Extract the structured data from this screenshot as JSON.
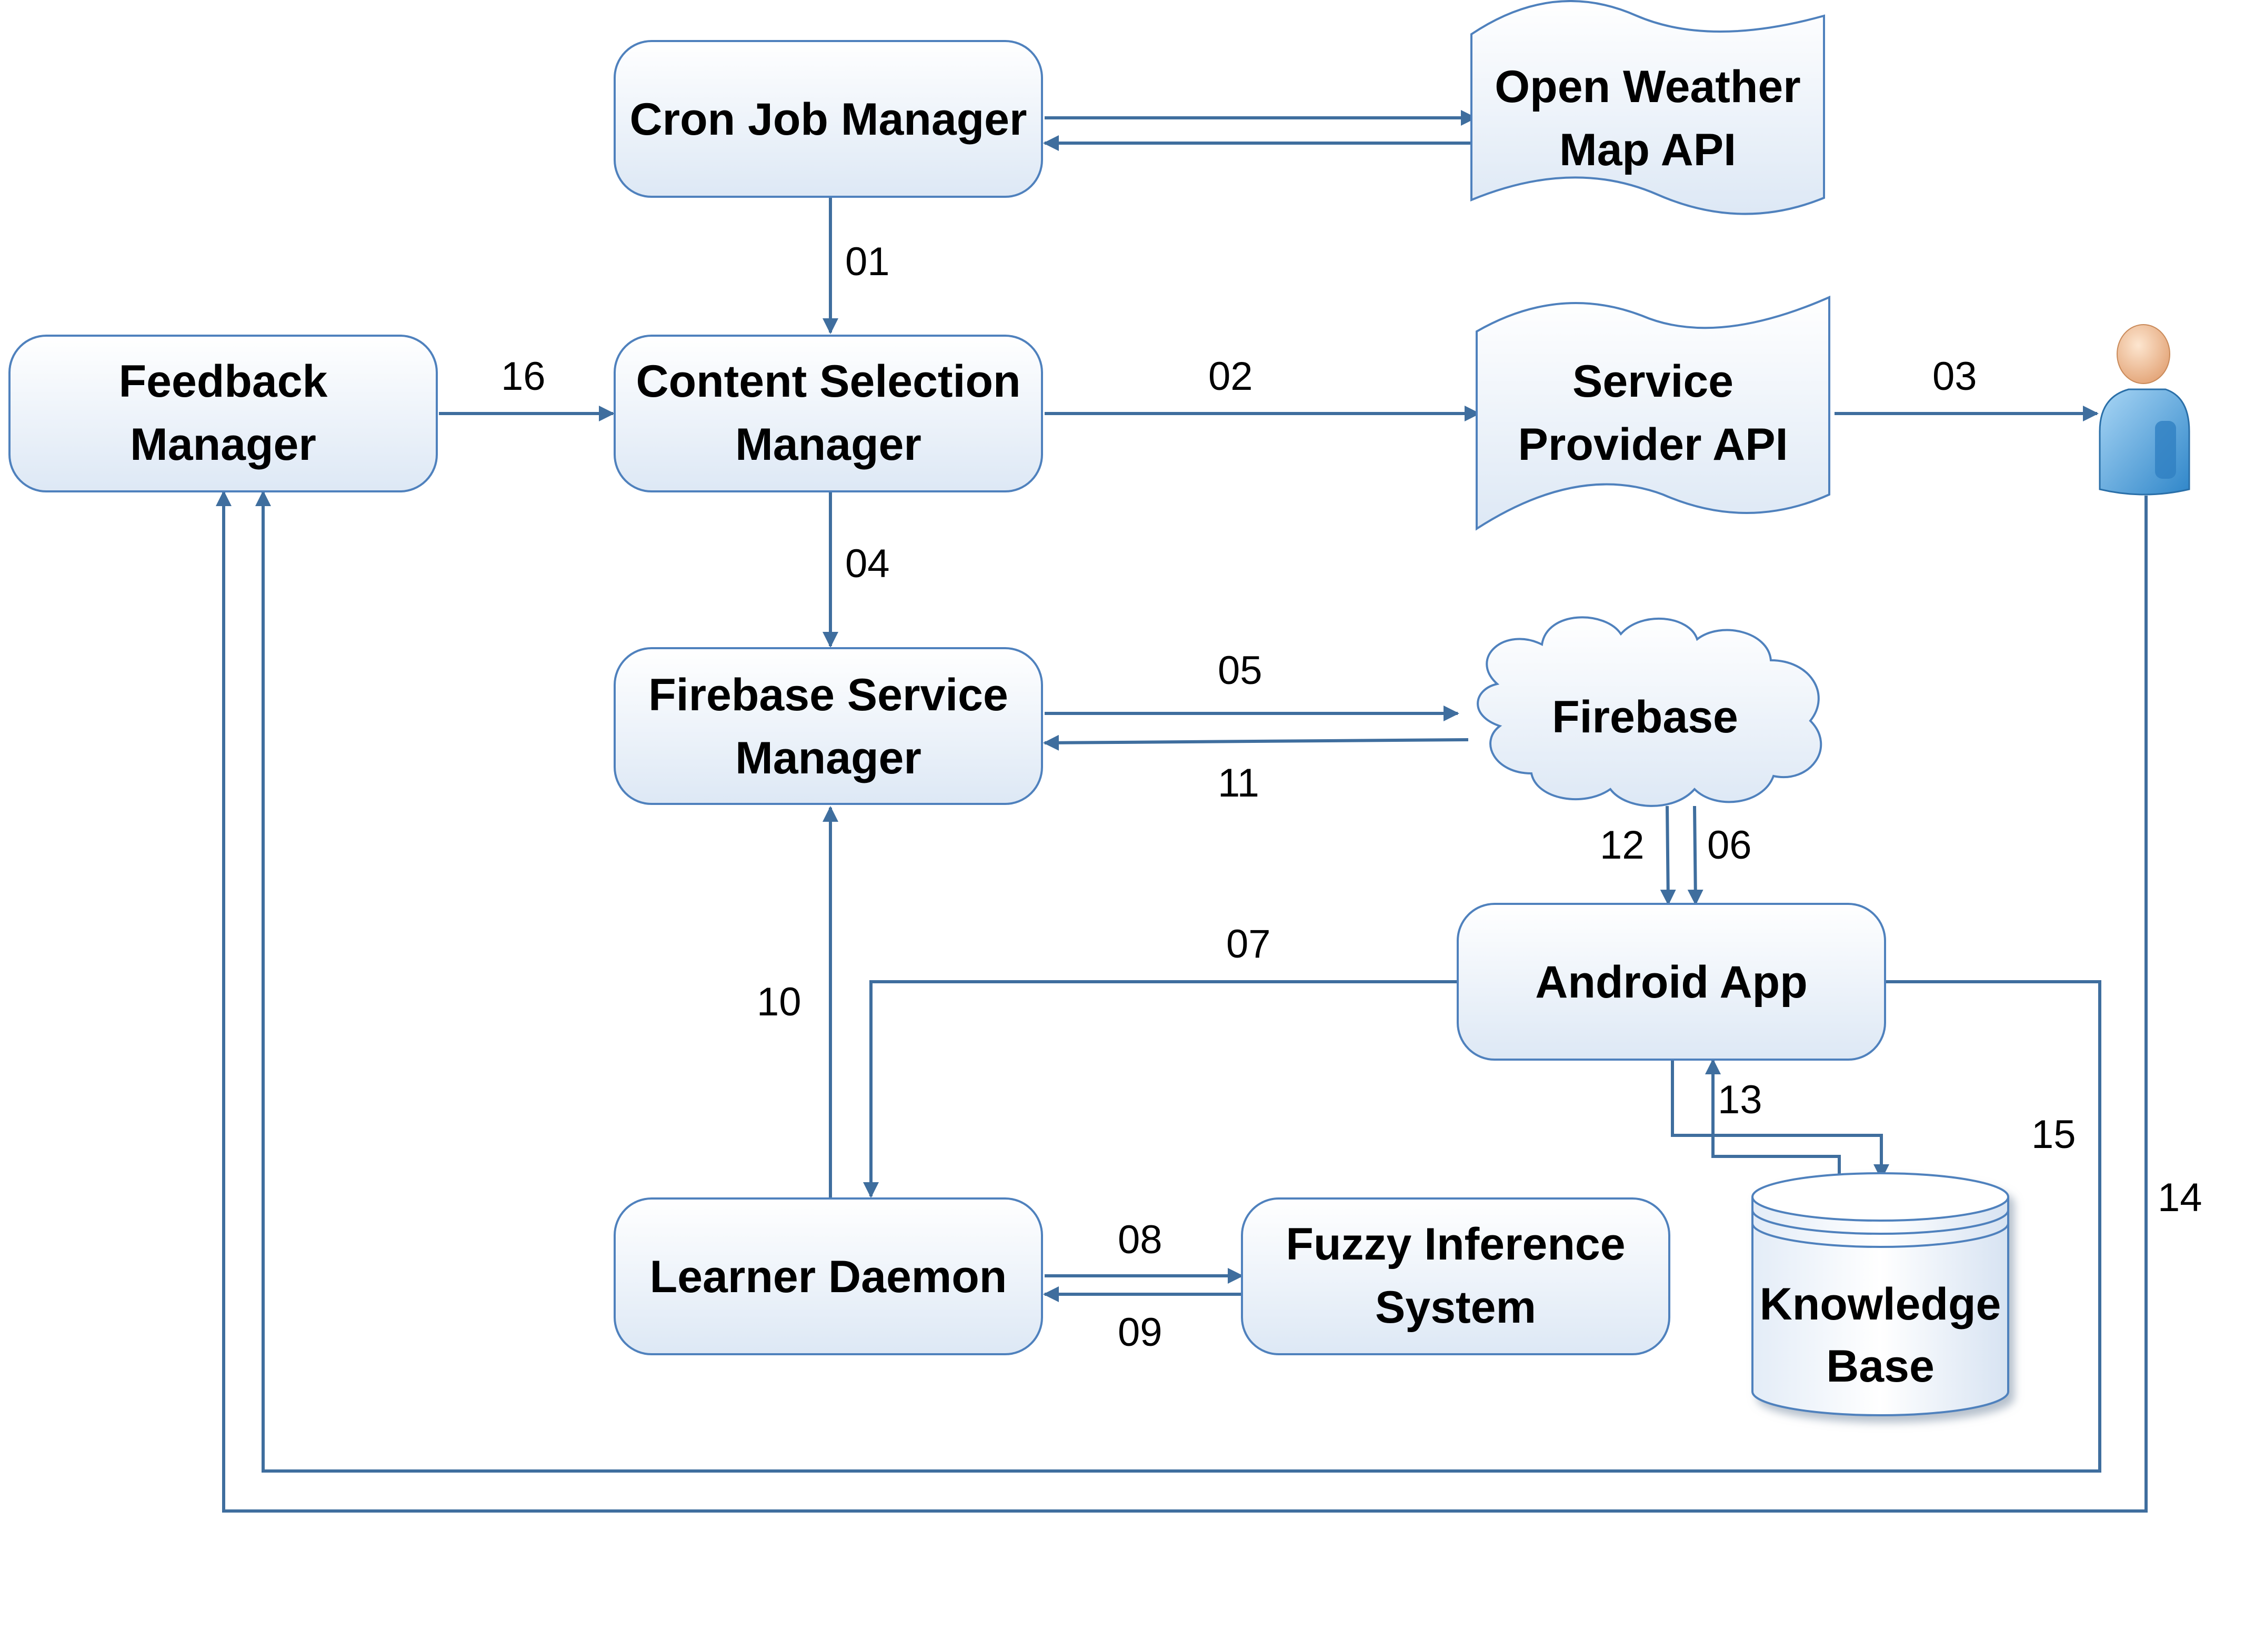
{
  "colors": {
    "line": "#3f6e9e",
    "box_stroke": "#4f81bd",
    "box_fill_top": "#ffffff",
    "box_fill_bottom": "#dfe9f6",
    "text": "#000000"
  },
  "nodes": {
    "cron_job_manager": {
      "lines": [
        "Cron Job Manager"
      ]
    },
    "open_weather_map_api": {
      "lines": [
        "Open Weather",
        "Map API"
      ]
    },
    "feedback_manager": {
      "lines": [
        "Feedback",
        "Manager"
      ]
    },
    "content_selection_manager": {
      "lines": [
        "Content Selection",
        "Manager"
      ]
    },
    "service_provider_api": {
      "lines": [
        "Service",
        "Provider API"
      ]
    },
    "firebase_service_manager": {
      "lines": [
        "Firebase Service",
        "Manager"
      ]
    },
    "firebase": {
      "lines": [
        "Firebase"
      ]
    },
    "android_app": {
      "lines": [
        "Android App"
      ]
    },
    "learner_daemon": {
      "lines": [
        "Learner Daemon"
      ]
    },
    "fuzzy_inference_system": {
      "lines": [
        "Fuzzy Inference",
        "System"
      ]
    },
    "knowledge_base": {
      "lines": [
        "Knowledge",
        "Base"
      ]
    }
  },
  "user_icon": "user-icon",
  "flows": {
    "f01": "01",
    "f02": "02",
    "f03": "03",
    "f04": "04",
    "f05": "05",
    "f06": "06",
    "f07": "07",
    "f08": "08",
    "f09": "09",
    "f10": "10",
    "f11": "11",
    "f12": "12",
    "f13": "13",
    "f14": "14",
    "f15": "15",
    "f16": "16"
  }
}
